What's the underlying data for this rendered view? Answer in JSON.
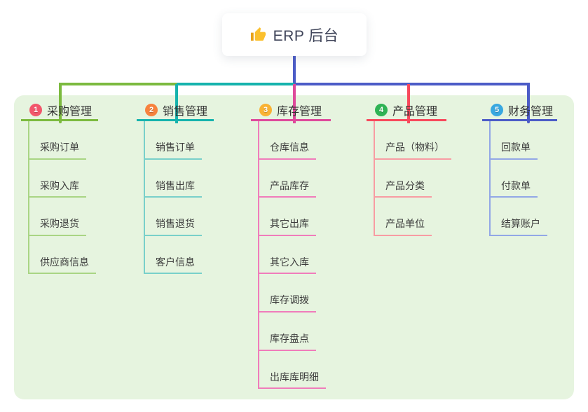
{
  "root": {
    "title": "ERP 后台",
    "icon": "thumbs-up-icon"
  },
  "colors": {
    "canvas_bg": "#FFFFFF",
    "panel_bg": "#E6F4DF",
    "root_line": "#4C5CC7",
    "root_text": "#3E4358",
    "node_text": "#3C3C3C",
    "header_text": "#333333",
    "thumb_gold": "#FBC02D",
    "thumb_gold_dark": "#E8A21A"
  },
  "branches": [
    {
      "badge": "1",
      "label": "采购管理",
      "badge_color": "#F2566B",
      "line_color": "#7CBA3F",
      "child_line_color": "#A9D584",
      "children": [
        "采购订单",
        "采购入库",
        "采购退货",
        "供应商信息"
      ]
    },
    {
      "badge": "2",
      "label": "销售管理",
      "badge_color": "#F7823E",
      "line_color": "#16B3AD",
      "child_line_color": "#79D0CA",
      "children": [
        "销售订单",
        "销售出库",
        "销售退货",
        "客户信息"
      ]
    },
    {
      "badge": "3",
      "label": "库存管理",
      "badge_color": "#F9B233",
      "line_color": "#DE4A9B",
      "child_line_color": "#F07CBB",
      "children": [
        "仓库信息",
        "产品库存",
        "其它出库",
        "其它入库",
        "库存调拨",
        "库存盘点",
        "出库库明细"
      ]
    },
    {
      "badge": "4",
      "label": "产品管理",
      "badge_color": "#2FB355",
      "line_color": "#F8495C",
      "child_line_color": "#F89CA3",
      "children": [
        "产品（物料）",
        "产品分类",
        "产品单位"
      ]
    },
    {
      "badge": "5",
      "label": "财务管理",
      "badge_color": "#38A8E0",
      "line_color": "#4C5CC7",
      "child_line_color": "#92A7E6",
      "children": [
        "回款单",
        "付款单",
        "结算账户"
      ]
    }
  ]
}
